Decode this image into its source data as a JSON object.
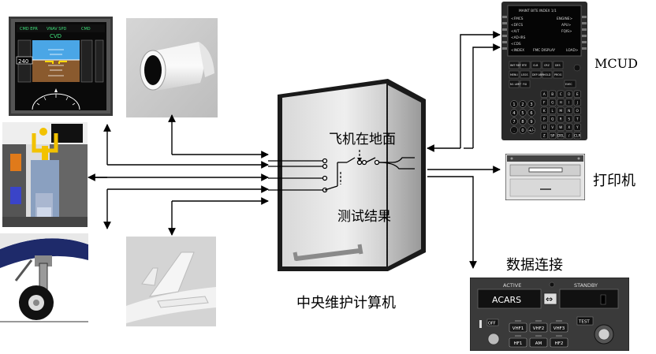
{
  "labels": {
    "central_computer": "中央维护计算机",
    "on_ground": "飞机在地面",
    "test_results": "测试结果",
    "mcdu": "MCUD",
    "printer": "打印机",
    "data_link": "数据连接"
  },
  "cdu_screen": {
    "title": "MAINT BITE INDEX 1/1",
    "left_items": [
      "<FMCS",
      "<DFCS",
      "<A/T",
      "<AD-IRS",
      "<CDS",
      "<INDEX"
    ],
    "right_items": [
      "ENGINE>",
      "APU>",
      "FQIS>",
      "",
      "",
      "FMC DISPLAY"
    ],
    "footer": "LOAD>",
    "keys_row1": [
      "INIT REF",
      "RTE",
      "CLB",
      "CRZ",
      "DES"
    ],
    "keys_row2": [
      "MENU",
      "LEGS",
      "DEP ARR",
      "HOLD",
      "PROG"
    ],
    "keys_row3": [
      "N1 LIMIT",
      "FIX",
      "EXEC"
    ],
    "letters": [
      "A",
      "B",
      "C",
      "D",
      "E",
      "F",
      "G",
      "H",
      "I",
      "J",
      "K",
      "L",
      "M",
      "N",
      "O",
      "P",
      "Q",
      "R",
      "S",
      "T",
      "U",
      "V",
      "W",
      "X",
      "Y",
      "Z",
      "SP",
      "DEL",
      "/",
      "CLR"
    ],
    "digits": [
      "1",
      "2",
      "3",
      "4",
      "5",
      "6",
      "7",
      "8",
      "9",
      ".",
      "0",
      "+/-"
    ]
  },
  "radio_panel": {
    "active_label": "ACTIVE",
    "standby_label": "STANDBY",
    "active_value": "ACARS",
    "transfer_symbol": "⇔",
    "off_label": "OFF",
    "test_label": "TEST",
    "buttons": [
      "VHF1",
      "VHF2",
      "VHF3",
      "HF1",
      "AM",
      "HF2"
    ]
  },
  "pfd": {
    "speed": "240",
    "top_left": "CMD EPR",
    "top_mid": "VNAV SPD",
    "top_right": "CMD",
    "mode": "CVD"
  },
  "colors": {
    "panel_dark": "#2b2b2b",
    "panel_bezel": "#4a4a4a",
    "sky": "#4aa6e6",
    "ground": "#8a5a2e",
    "arrow": "#000000"
  }
}
